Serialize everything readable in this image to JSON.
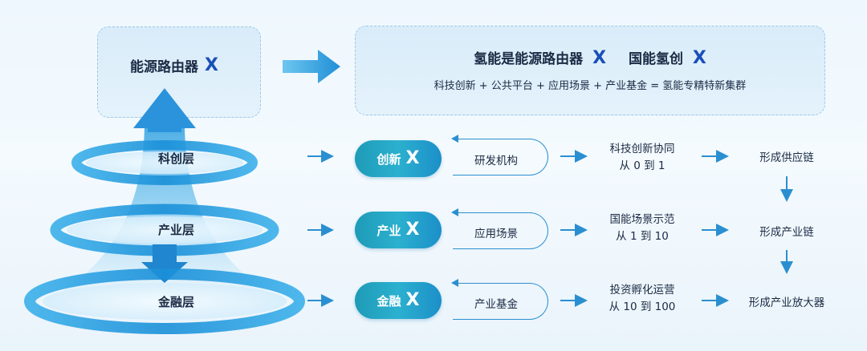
{
  "router": {
    "title": "能源路由器",
    "mark": "X"
  },
  "result": {
    "title_a": "氢能是能源路由器",
    "mark_a": "X",
    "title_b": "国能氢创",
    "mark_b": "X",
    "formula": "科技创新 + 公共平台 + 应用场景 + 产业基金 = 氢能专精特新集群"
  },
  "layers": [
    {
      "label": "科创层",
      "pill": "创新",
      "mark": "X",
      "bracket": "研发机构",
      "mid_line1": "科技创新协同",
      "mid_line2": "从 0 到 1",
      "outcome": "形成供应链"
    },
    {
      "label": "产业层",
      "pill": "产业",
      "mark": "X",
      "bracket": "应用场景",
      "mid_line1": "国能场景示范",
      "mid_line2": "从 1 到 10",
      "outcome": "形成产业链"
    },
    {
      "label": "金融层",
      "pill": "金融",
      "mark": "X",
      "bracket": "产业基金",
      "mid_line1": "投资孵化运营",
      "mid_line2": "从 10 到 100",
      "outcome": "形成产业放大器"
    }
  ],
  "colors": {
    "accent": "#1e9bb7",
    "arrow": "#2a8fd0",
    "ring": "#2fa0e0",
    "box_border": "#9fc9e6"
  },
  "icons": [
    "right-arrow-icon",
    "left-arrow-icon",
    "down-arrow-icon",
    "up-down-arrow-icon"
  ]
}
